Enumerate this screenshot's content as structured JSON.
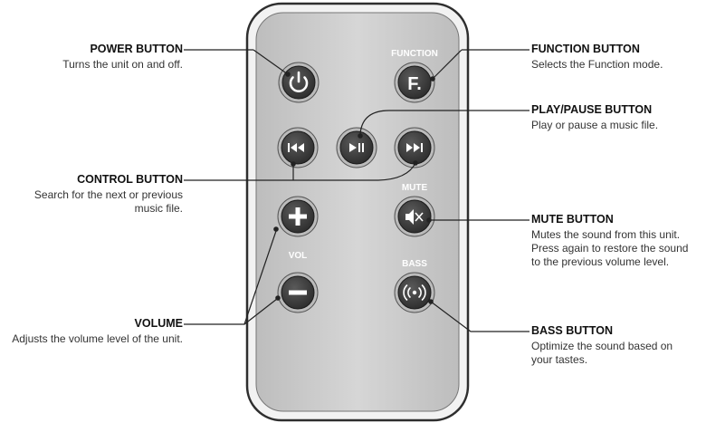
{
  "remote": {
    "labels": {
      "function": "FUNCTION",
      "function_key": "F.",
      "mute": "MUTE",
      "vol": "VOL",
      "bass": "BASS"
    }
  },
  "callouts": {
    "power": {
      "title": "POWER BUTTON",
      "desc": "Turns the unit on and off."
    },
    "control": {
      "title": "CONTROL BUTTON",
      "desc_line1": "Search for the next or previous",
      "desc_line2": "music file."
    },
    "volume": {
      "title": "VOLUME",
      "desc": "Adjusts the volume level of the unit."
    },
    "function": {
      "title": "FUNCTION BUTTON",
      "desc": "Selects the Function mode."
    },
    "playpause": {
      "title": "PLAY/PAUSE BUTTON",
      "desc": "Play or pause a music file."
    },
    "mute": {
      "title": "MUTE BUTTON",
      "desc_line1": "Mutes the sound from this unit.",
      "desc_line2": "Press again to restore the sound",
      "desc_line3": "to the previous volume level."
    },
    "bass": {
      "title": "BASS BUTTON",
      "desc_line1": "Optimize the sound based on",
      "desc_line2": "your tastes."
    }
  },
  "colors": {
    "remote_body": "#cfcfcf",
    "remote_outline": "#3a3a3a",
    "button_dark": "#3d3d3d",
    "line": "#222222"
  }
}
